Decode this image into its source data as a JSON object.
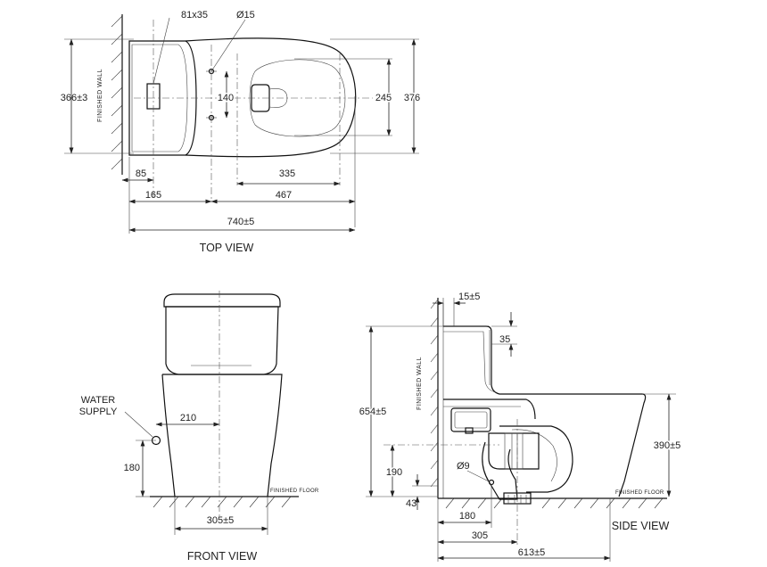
{
  "views": {
    "top": "TOP VIEW",
    "front": "FRONT VIEW",
    "side": "SIDE VIEW"
  },
  "labels": {
    "finished_wall": "FINISHED WALL",
    "finished_floor": "FINISHED FLOOR",
    "water_supply_1": "WATER",
    "water_supply_2": "SUPPLY"
  },
  "top_dims": {
    "outlet": "81x35",
    "hole": "Ø15",
    "width": "366±3",
    "hole_spacing": "140",
    "bowl_width": "245",
    "overall_width": "376",
    "d85": "85",
    "d335": "335",
    "d165": "165",
    "d467": "467",
    "overall_length": "740±5"
  },
  "front_dims": {
    "d210": "210",
    "d180": "180",
    "base": "305±5"
  },
  "side_dims": {
    "d15": "15±5",
    "d35": "35",
    "height": "654±5",
    "seat_height": "390±5",
    "d190": "190",
    "d9": "Ø9",
    "d43": "43",
    "d180": "180",
    "d305": "305",
    "depth": "613±5"
  }
}
